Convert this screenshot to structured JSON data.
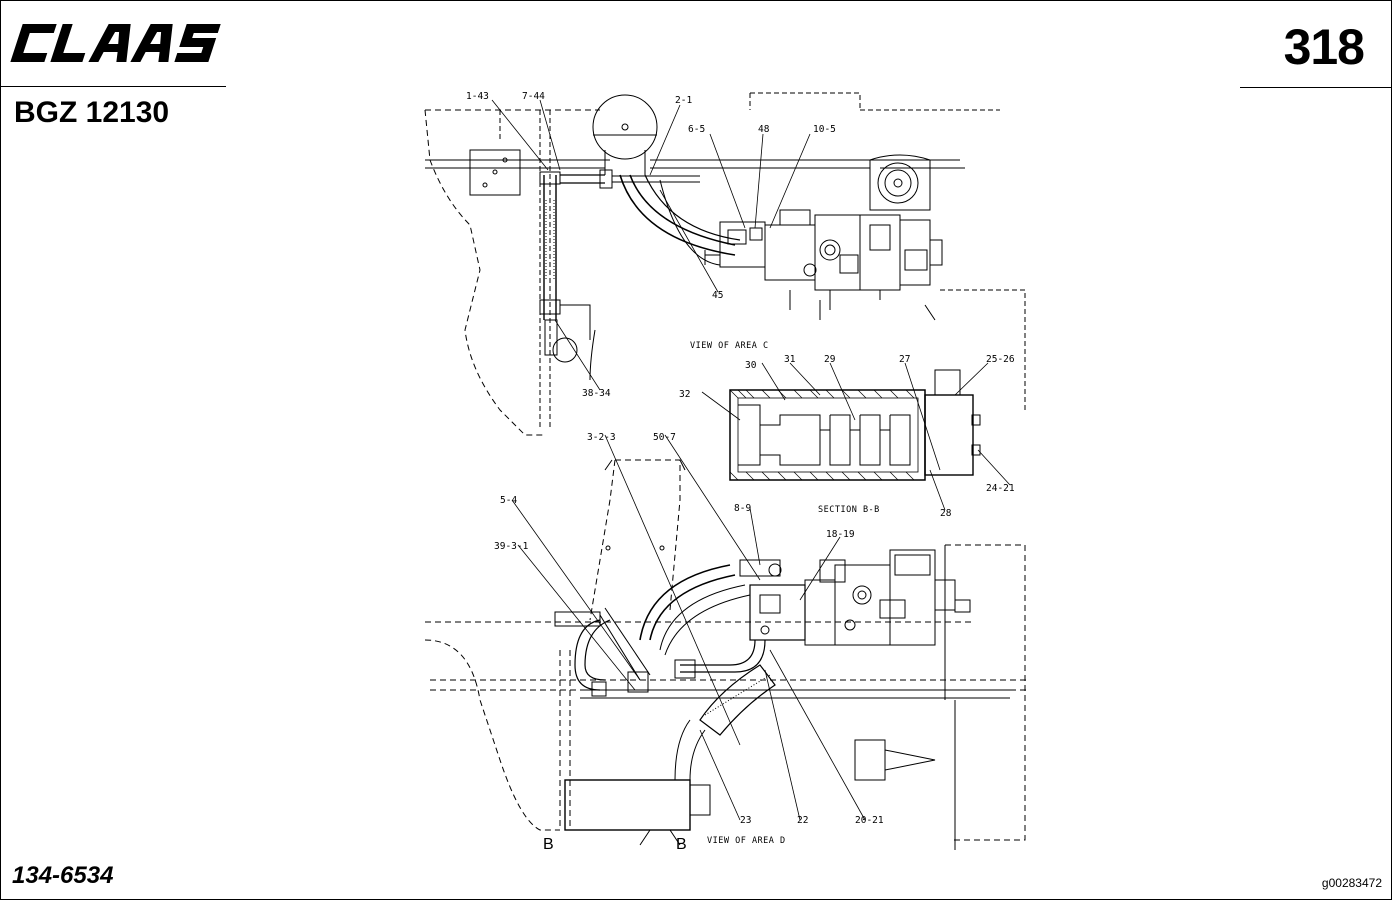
{
  "header": {
    "brand": "CLAAS",
    "sheet_number": "318",
    "group_code": "BGZ 12130"
  },
  "footer": {
    "part_number": "134-6534",
    "image_id": "g00283472"
  },
  "diagram": {
    "captions": {
      "view_c": "VIEW OF AREA C",
      "section_bb": "SECTION B-B",
      "view_d": "VIEW OF AREA D",
      "section_mark_left": "B",
      "section_mark_right": "B"
    },
    "callouts": [
      "1-43",
      "7-44",
      "2-1",
      "6-5",
      "48",
      "10-5",
      "45",
      "38-34",
      "30",
      "31",
      "29",
      "27",
      "25-26",
      "32",
      "24-21",
      "28",
      "3-2-3",
      "50-7",
      "5-4",
      "39-3-1",
      "8-9",
      "18-19",
      "23",
      "22",
      "20-21"
    ]
  }
}
